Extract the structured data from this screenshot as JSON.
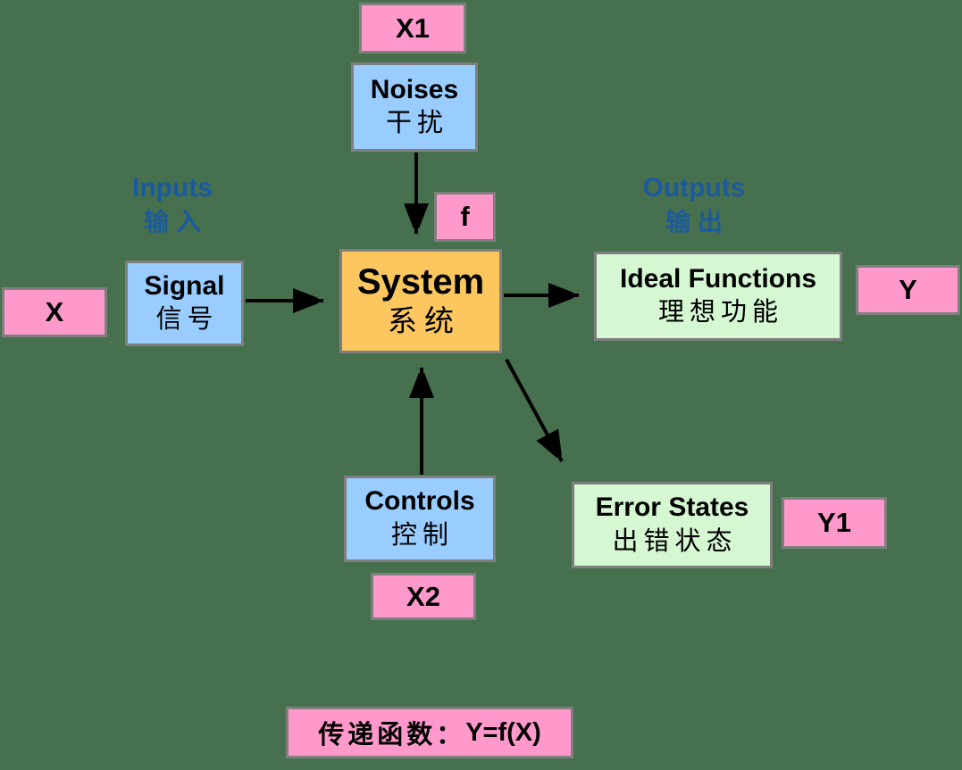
{
  "diagram": {
    "colors": {
      "background": "#47714E",
      "pink": "#FF99CC",
      "blue": "#99CCFF",
      "orange": "#FCC75E",
      "green": "#D5F7D2",
      "border": "#7F7F7F",
      "label_blue": "#1B5A9E",
      "text": "#000000",
      "arrow": "#000000"
    },
    "section_labels": {
      "inputs": {
        "title": "Inputs",
        "subtitle": "输入"
      },
      "outputs": {
        "title": "Outputs",
        "subtitle": "输出"
      }
    },
    "nodes": {
      "x1": {
        "label": "X1"
      },
      "noises": {
        "title": "Noises",
        "subtitle": "干扰"
      },
      "x": {
        "label": "X"
      },
      "signal": {
        "title": "Signal",
        "subtitle": "信号"
      },
      "f": {
        "label": "f"
      },
      "system": {
        "title": "System",
        "subtitle": "系统"
      },
      "ideal_functions": {
        "title": "Ideal Functions",
        "subtitle": "理想功能"
      },
      "y": {
        "label": "Y"
      },
      "controls": {
        "title": "Controls",
        "subtitle": "控制"
      },
      "x2": {
        "label": "X2"
      },
      "error_states": {
        "title": "Error States",
        "subtitle": "出错状态"
      },
      "y1": {
        "label": "Y1"
      },
      "transfer_function": {
        "label_cn": "传递函数：",
        "label_formula": "Y=f(X)"
      }
    },
    "edges": [
      {
        "from": "noises",
        "to": "system"
      },
      {
        "from": "signal",
        "to": "system"
      },
      {
        "from": "controls",
        "to": "system"
      },
      {
        "from": "system",
        "to": "ideal_functions"
      },
      {
        "from": "system",
        "to": "error_states"
      }
    ]
  }
}
